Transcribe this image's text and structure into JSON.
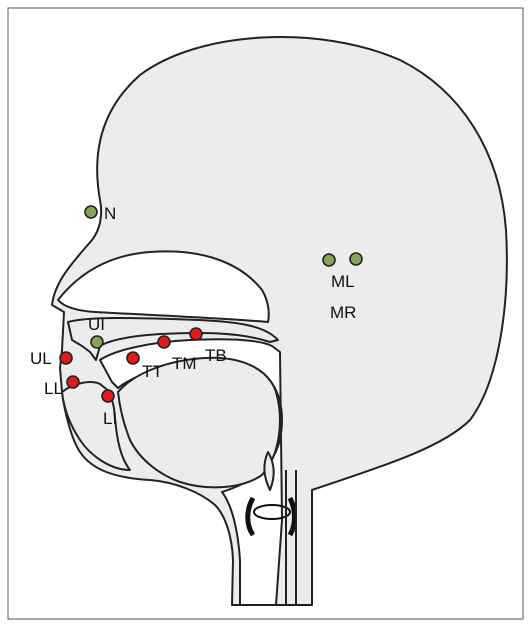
{
  "colors": {
    "tissue": "#ececec",
    "outline": "#222222",
    "background": "#ffffff",
    "reference_sensor": "#8aa35b",
    "articulator_sensor": "#e01b1b"
  },
  "sensors": [
    {
      "id": "N",
      "label": "N",
      "type": "reference"
    },
    {
      "id": "ML",
      "label": "ML",
      "type": "reference"
    },
    {
      "id": "MR",
      "label": "MR",
      "type": "reference"
    },
    {
      "id": "UI",
      "label": "UI",
      "type": "reference"
    },
    {
      "id": "UL",
      "label": "UL",
      "type": "articulator"
    },
    {
      "id": "LL",
      "label": "LL",
      "type": "articulator"
    },
    {
      "id": "LI",
      "label": "LI",
      "type": "articulator"
    },
    {
      "id": "TT",
      "label": "TT",
      "type": "articulator"
    },
    {
      "id": "TM",
      "label": "TM",
      "type": "articulator"
    },
    {
      "id": "TB",
      "label": "TB",
      "type": "articulator"
    }
  ]
}
